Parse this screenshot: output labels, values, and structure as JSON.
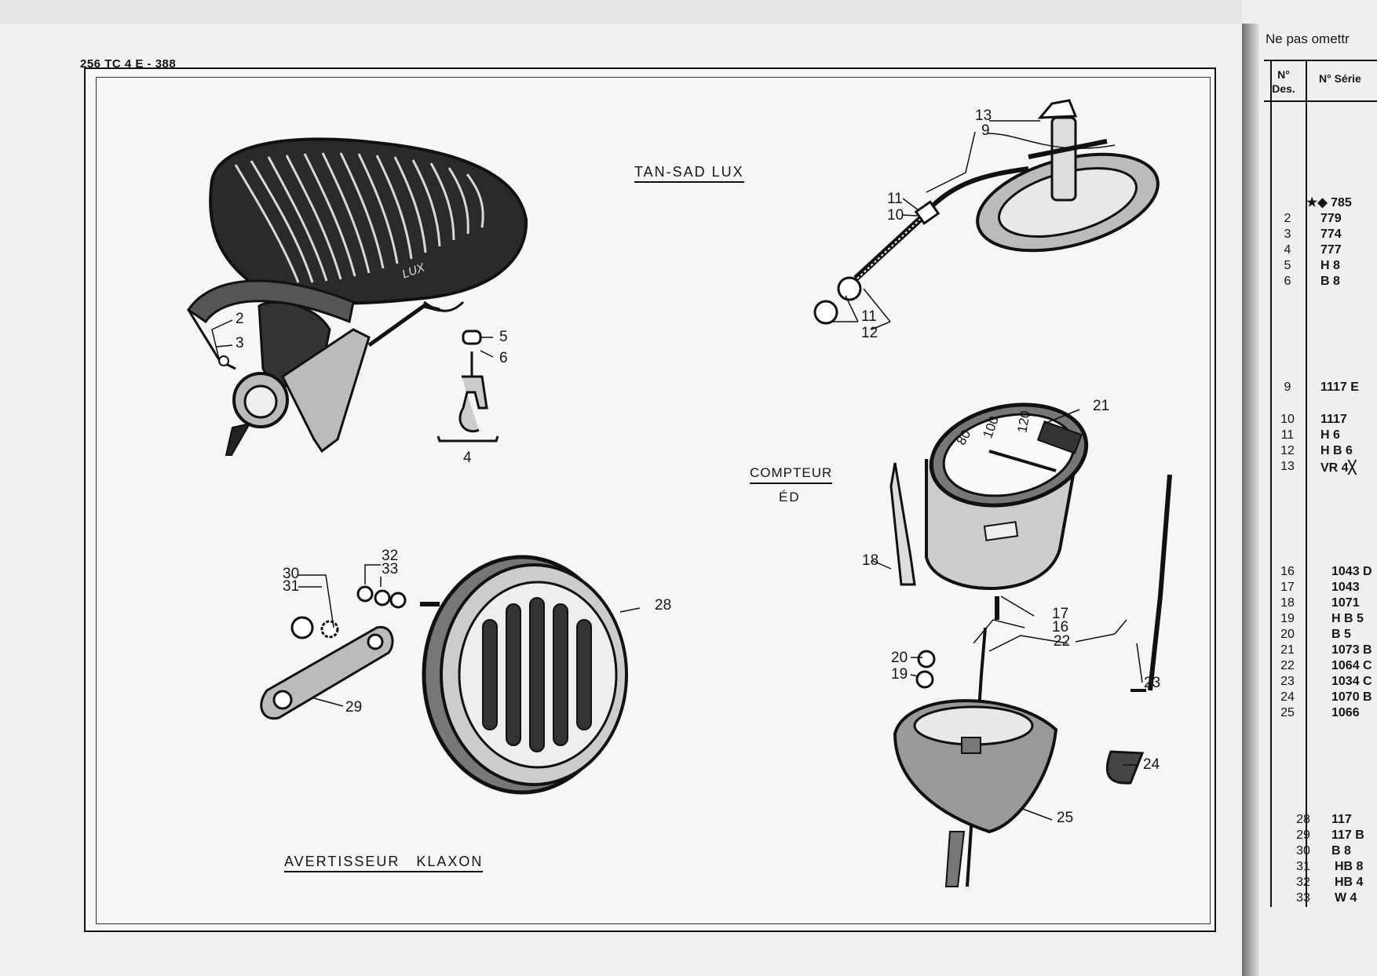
{
  "page": {
    "header": "256 TC 4 E - 388"
  },
  "sections": {
    "seat_title": "TAN-SAD LUX",
    "speedo_title_1": "COMPTEUR",
    "speedo_title_2": "ÉD",
    "horn_title": "AVERTISSEUR   KLAXON"
  },
  "seat_embossing": "LUX",
  "dial_numbers": [
    "80",
    "100",
    "120"
  ],
  "callouts": {
    "seat": [
      "2",
      "3",
      "4",
      "5",
      "6"
    ],
    "mount": [
      "13",
      "9",
      "11",
      "10",
      "11",
      "12"
    ],
    "horn": [
      "30",
      "31",
      "32",
      "33",
      "28",
      "29"
    ],
    "speedo": [
      "21",
      "18",
      "17",
      "16",
      "22",
      "20",
      "19",
      "23",
      "24",
      "25"
    ]
  },
  "side_panel": {
    "heading": "Ne pas omettr",
    "col_num_label": "N° Des.",
    "col_serie_label": "N° Série",
    "rows": [
      {
        "n": "",
        "serie": "★◆ 785"
      },
      {
        "n": "2",
        "serie": "779"
      },
      {
        "n": "3",
        "serie": "774"
      },
      {
        "n": "4",
        "serie": "777"
      },
      {
        "n": "5",
        "serie": "H 8"
      },
      {
        "n": "6",
        "serie": "B 8"
      },
      {
        "n": "9",
        "serie": "1117 E"
      },
      {
        "n": "10",
        "serie": "1117"
      },
      {
        "n": "11",
        "serie": "H 6"
      },
      {
        "n": "12",
        "serie": "H B 6"
      },
      {
        "n": "13",
        "serie": "VR 4╳"
      },
      {
        "n": "16",
        "serie": "1043 D"
      },
      {
        "n": "17",
        "serie": "1043"
      },
      {
        "n": "18",
        "serie": "1071"
      },
      {
        "n": "19",
        "serie": "H B 5"
      },
      {
        "n": "20",
        "serie": "B 5"
      },
      {
        "n": "21",
        "serie": "1073 B"
      },
      {
        "n": "22",
        "serie": "1064 C"
      },
      {
        "n": "23",
        "serie": "1034 C"
      },
      {
        "n": "24",
        "serie": "1070 B"
      },
      {
        "n": "25",
        "serie": "1066"
      },
      {
        "n": "28",
        "serie": "117"
      },
      {
        "n": "29",
        "serie": "117 B"
      },
      {
        "n": "30",
        "serie": "B 8"
      },
      {
        "n": "31",
        "serie": "HB 8"
      },
      {
        "n": "32",
        "serie": "HB 4"
      },
      {
        "n": "33",
        "serie": "W 4"
      }
    ]
  }
}
